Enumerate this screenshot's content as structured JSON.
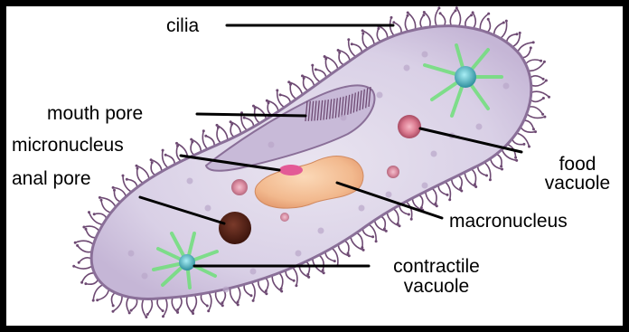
{
  "labels": {
    "cilia": "cilia",
    "mouth_pore": "mouth pore",
    "micronucleus": "micronucleus",
    "anal_pore": "anal pore",
    "food_vacuole_line1": "food",
    "food_vacuole_line2": "vacuole",
    "macronucleus": "macronucleus",
    "contractile_vacuole_line1": "contractile",
    "contractile_vacuole_line2": "vacuole"
  },
  "colors": {
    "frame": "#000000",
    "cell_fill": "#dcd4e8",
    "cilia": "#6e4a73",
    "macronucleus": "#f2b98e",
    "micronucleus": "#e35a96",
    "anal_pore": "#5b2419",
    "food_vacuole": "#d9788e",
    "contractile_vacuole": "#57b4c0",
    "radial_canals": "#6fe07a"
  }
}
